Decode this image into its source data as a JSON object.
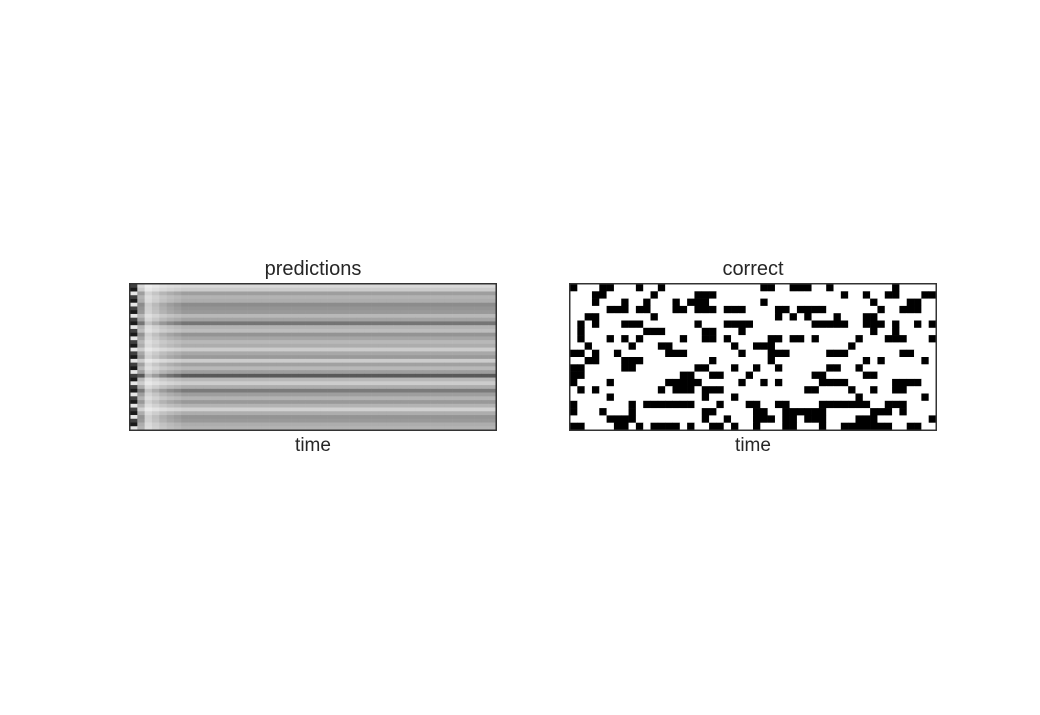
{
  "chart_data": [
    {
      "type": "heatmap",
      "title": "predictions",
      "xlabel": "time",
      "ylabel": "",
      "cmap": "gray",
      "grid": false,
      "ticks": false,
      "n_cols": 50,
      "onset_profile": [
        0.0,
        1.0,
        0.45,
        0.6,
        0.75,
        0.85,
        0.92
      ],
      "rows": [
        0.85,
        0.8,
        0.62,
        0.7,
        0.68,
        0.55,
        0.58,
        0.6,
        0.72,
        0.64,
        0.46,
        0.7,
        0.74,
        0.58,
        0.65,
        0.72,
        0.68,
        0.8,
        0.66,
        0.6,
        0.8,
        0.63,
        0.72,
        0.62,
        0.35,
        0.72,
        0.8,
        0.68,
        0.48,
        0.62,
        0.7,
        0.6,
        0.7,
        0.82,
        0.68,
        0.58,
        0.6,
        0.68,
        0.7
      ]
    },
    {
      "type": "heatmap",
      "title": "correct",
      "xlabel": "time",
      "ylabel": "",
      "cmap": "binary",
      "grid": false,
      "ticks": false,
      "n_rows": 20,
      "n_cols": 50,
      "seed": 12345,
      "density": 0.3
    }
  ]
}
